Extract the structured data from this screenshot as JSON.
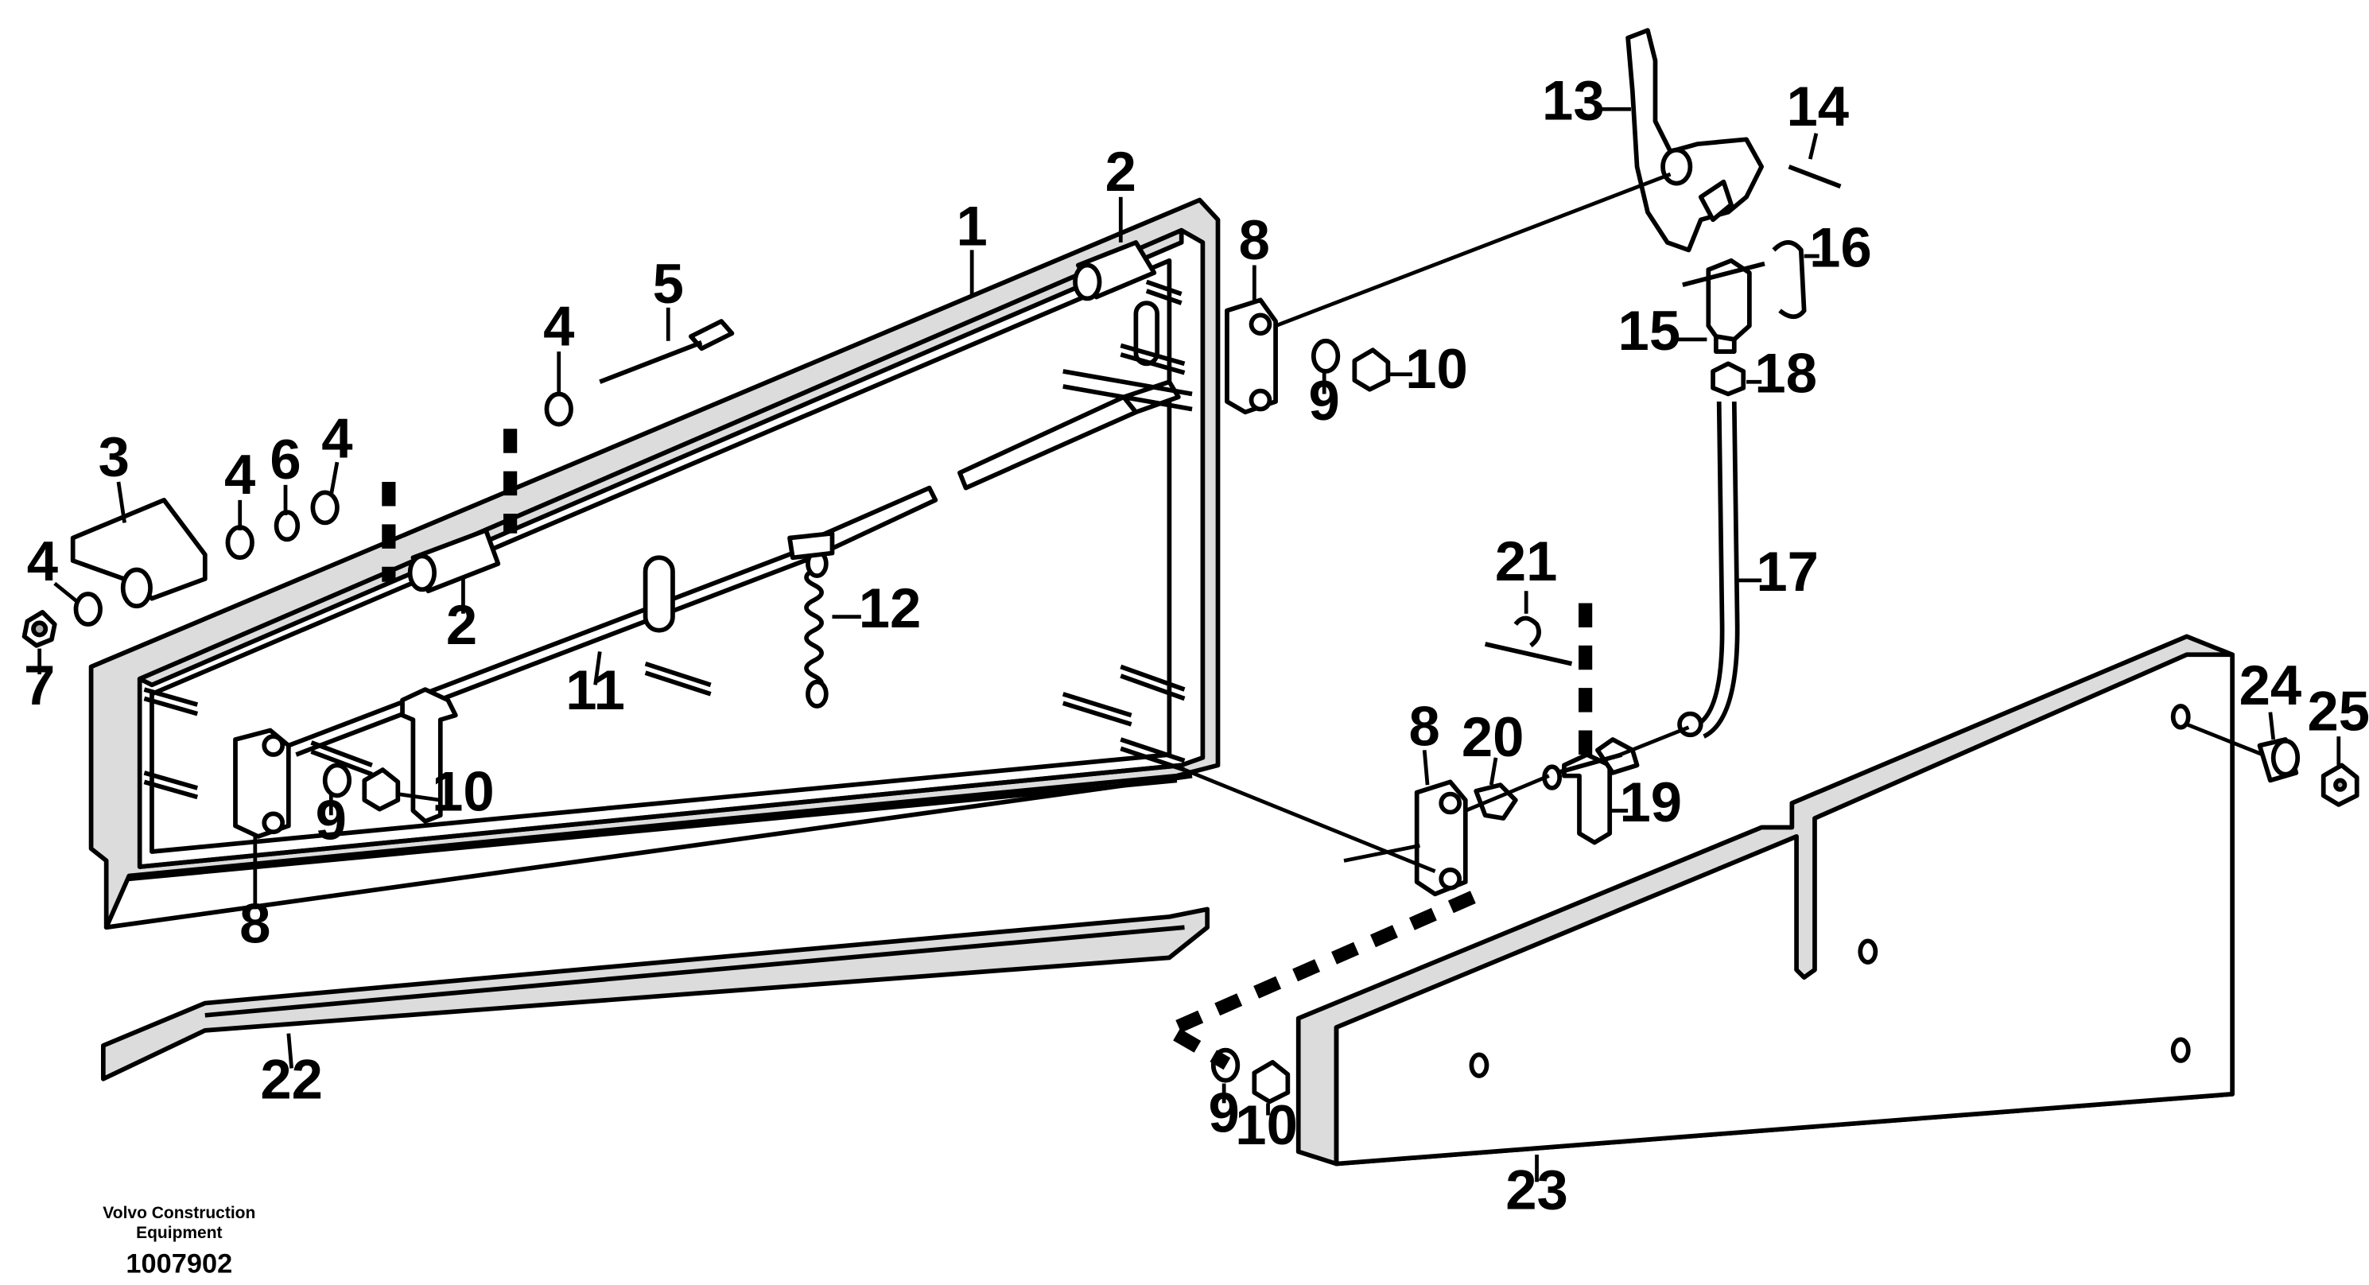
{
  "diagram": {
    "labels": {
      "l1": "1",
      "l2a": "2",
      "l2b": "2",
      "l3": "3",
      "l4a": "4",
      "l4b": "4",
      "l4c": "4",
      "l4d": "4",
      "l5": "5",
      "l6": "6",
      "l7": "7",
      "l8a": "8",
      "l8b": "8",
      "l8c": "8",
      "l9a": "9",
      "l9b": "9",
      "l9c": "9",
      "l10a": "10",
      "l10b": "10",
      "l10c": "10",
      "l11": "11",
      "l12": "12",
      "l13": "13",
      "l14": "14",
      "l15": "15",
      "l16": "16",
      "l17": "17",
      "l18": "18",
      "l19": "19",
      "l20": "20",
      "l21": "21",
      "l22": "22",
      "l23": "23",
      "l24": "24",
      "l25": "25"
    }
  },
  "footer": {
    "brand_line1": "Volvo Construction",
    "brand_line2": "Equipment",
    "drawing_number": "1007902"
  }
}
